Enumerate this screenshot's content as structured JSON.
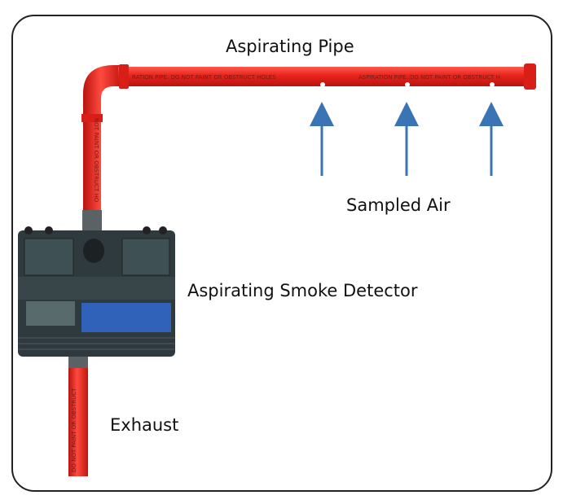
{
  "labels": {
    "pipe": "Aspirating Pipe",
    "sampled_air": "Sampled Air",
    "detector": "Aspirating Smoke Detector",
    "exhaust": "Exhaust"
  },
  "pipe_markings": {
    "horizontal_left": "RATION PIPE. DO NOT PAINT OR OBSTRUCT HOLES",
    "horizontal_right": "ASPIRATION PIPE. DO NOT PAINT OR OBSTRUCT H",
    "vertical_upper": "NOT PAINT OR OBSTRUCT HO",
    "vertical_lower": "DO NOT PAINT OR OBSTRUCT"
  },
  "colors": {
    "pipe": "#e8231c",
    "arrow": "#3b74b4",
    "detector": "#2e3a3e",
    "detector_panel": "#2f62b8"
  }
}
